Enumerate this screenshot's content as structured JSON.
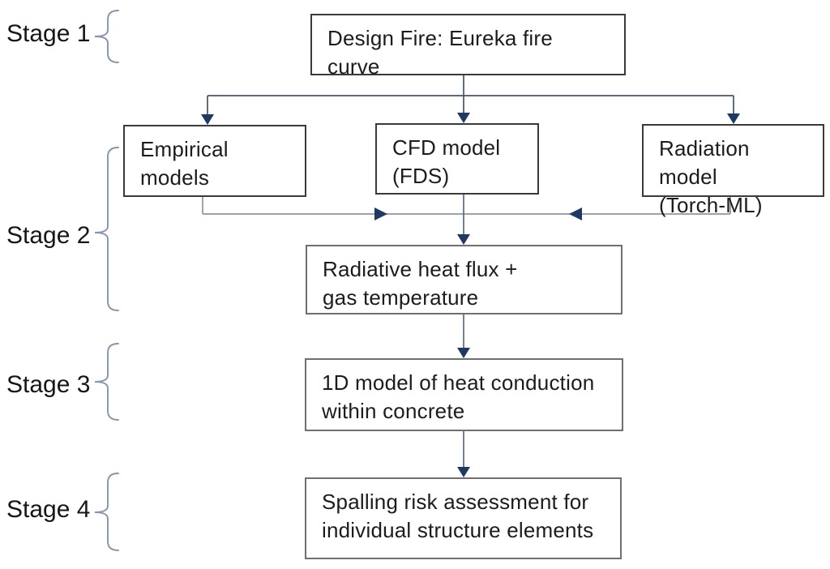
{
  "stages": [
    {
      "label": "Stage 1"
    },
    {
      "label": "Stage 2"
    },
    {
      "label": "Stage 3"
    },
    {
      "label": "Stage 4"
    }
  ],
  "nodes": {
    "design_fire": {
      "text": "Design Fire: Eureka fire curve"
    },
    "empirical": {
      "text": "Empirical\nmodels"
    },
    "cfd": {
      "text": "CFD model\n(FDS)"
    },
    "radiation": {
      "text": "Radiation model\n(Torch-ML)"
    },
    "radiative": {
      "text": "Radiative heat flux +\ngas temperature"
    },
    "conduction": {
      "text": "1D model of heat conduction\nwithin concrete"
    },
    "spalling": {
      "text": "Spalling risk assessment for\nindividual structure elements"
    }
  },
  "colors": {
    "arrowhead": "#1f3864",
    "branch_line": "#44546a",
    "converge_line": "#90959e",
    "chain_line": "#5a6a86",
    "brace": "#8496b0"
  }
}
